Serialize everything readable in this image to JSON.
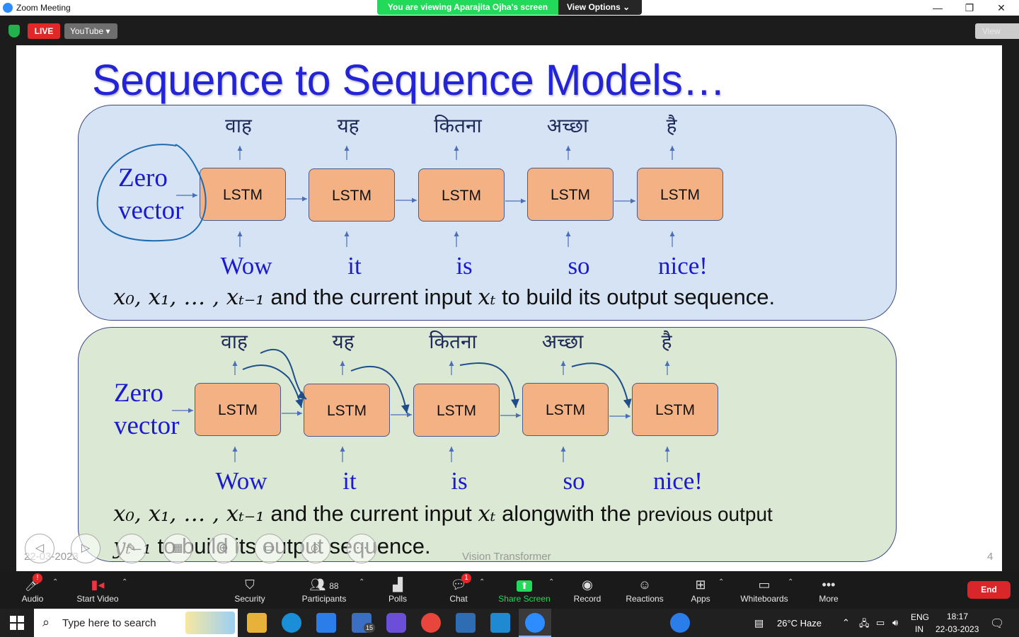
{
  "window": {
    "title": "Zoom Meeting",
    "minimize": "—",
    "restore": "❐",
    "close": "✕"
  },
  "banner": {
    "viewing": "You are viewing Aparajita Ojha's screen",
    "view_options": "View Options ⌄"
  },
  "topbar": {
    "live": "LIVE",
    "youtube": "YouTube ▾",
    "view": "View"
  },
  "slide": {
    "title": "Sequence to Sequence Models…",
    "lstm_label": "LSTM",
    "outputs": [
      "वाह",
      "यह",
      "कितना",
      "अच्छा",
      "है"
    ],
    "inputs": [
      "Wow",
      "it",
      "is",
      "so",
      "nice!"
    ],
    "zero_line1": "Zero",
    "zero_line2": "vector",
    "caption_top_math": "x₀, x₁, … , xₜ₋₁",
    "caption_top_mid": " and the current input ",
    "caption_top_xt": "xₜ",
    "caption_top_end": " to build its output sequence.",
    "caption_bot_math": "x₀, x₁, … , xₜ₋₁",
    "caption_bot_mid": " and the current input ",
    "caption_bot_xt": "xₜ",
    "caption_bot_end1": " alongwith the ",
    "caption_bot_end2": "previous output",
    "caption_bot_line2_math": "yₜ₋₁",
    "caption_bot_line2": " to build its output sequence.",
    "footer_date": "22-03-2023",
    "footer_title": "Vision Transformer",
    "page_number": "4"
  },
  "toolbar": {
    "audio": "Audio",
    "start_video": "Start Video",
    "security": "Security",
    "participants": "Participants",
    "participants_count": "88",
    "polls": "Polls",
    "chat": "Chat",
    "chat_badge": "1",
    "share_screen": "Share Screen",
    "record": "Record",
    "reactions": "Reactions",
    "apps": "Apps",
    "whiteboards": "Whiteboards",
    "more": "More",
    "end": "End",
    "audio_badge": "!"
  },
  "taskbar": {
    "search_placeholder": "Type here to search",
    "mail_badge": "15",
    "weather": "26°C  Haze",
    "lang1": "ENG",
    "lang2": "IN",
    "time": "18:17",
    "date": "22-03-2023"
  },
  "colors": {
    "accent_green": "#23d959",
    "end_red": "#d9262b",
    "slide_title_blue": "#2323d8",
    "lstm_fill": "#f4b183"
  }
}
